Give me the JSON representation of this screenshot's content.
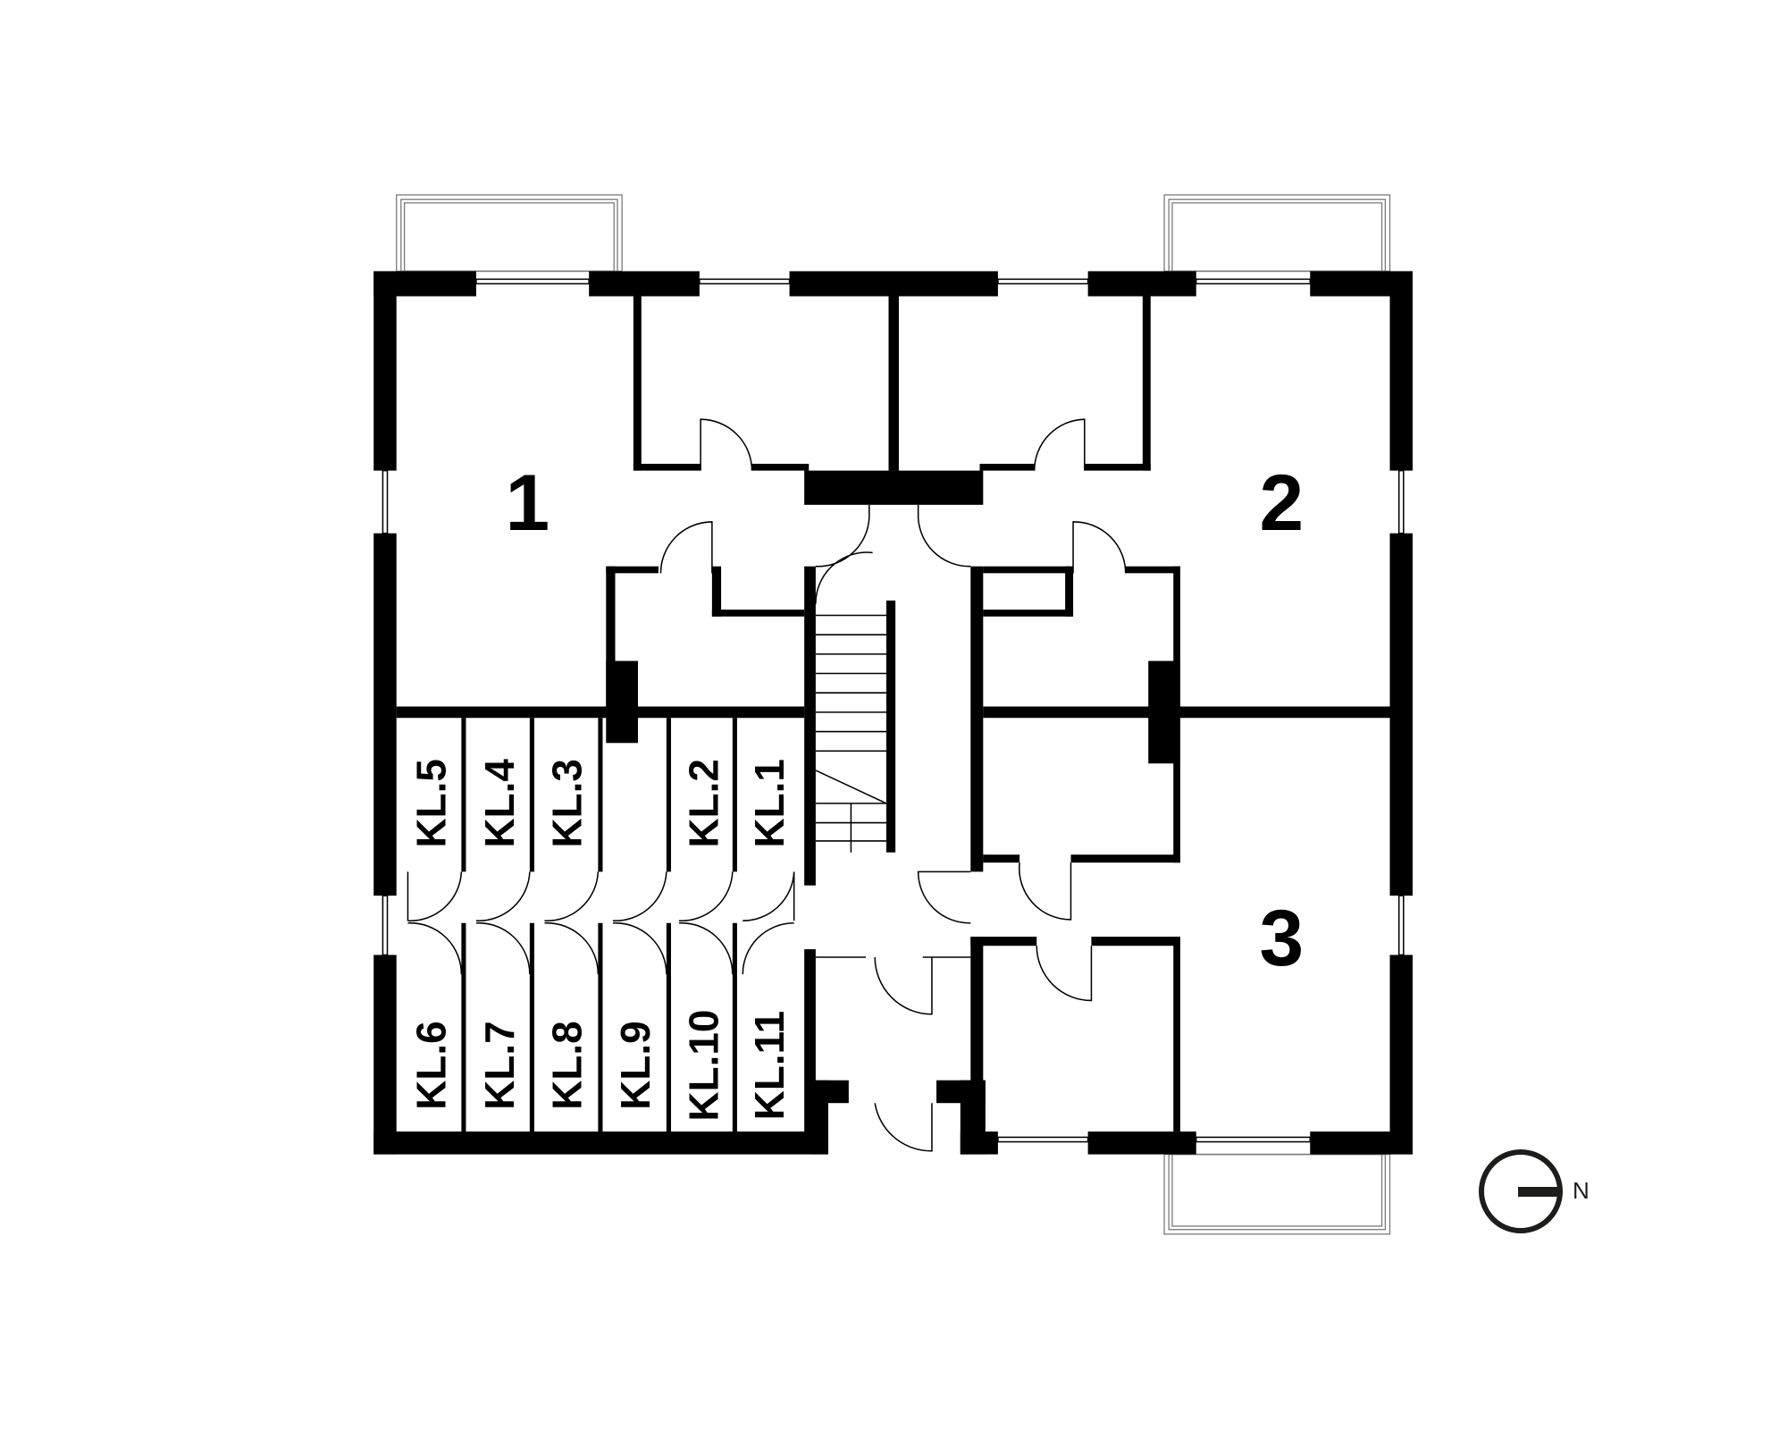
{
  "units": [
    {
      "label": "1"
    },
    {
      "label": "2"
    },
    {
      "label": "3"
    }
  ],
  "storage_upper": [
    "KL.5",
    "KL.4",
    "KL.3",
    "KL.2",
    "KL.1"
  ],
  "storage_lower": [
    "KL.6",
    "KL.7",
    "KL.8",
    "KL.9",
    "KL.10",
    "KL.11"
  ],
  "compass": {
    "label": "N",
    "icon": "north-arrow-icon"
  },
  "colors": {
    "wall": "#000000",
    "background": "#ffffff"
  }
}
